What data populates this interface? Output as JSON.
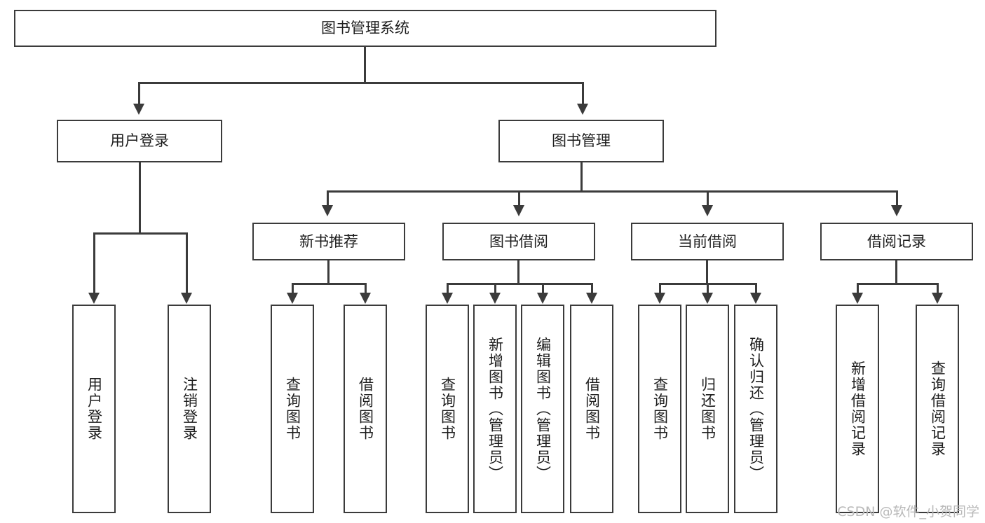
{
  "diagram": {
    "title": "图书管理系统",
    "type": "功能结构图",
    "watermark": "CSDN @软件_小贺同学",
    "accent_color": "#3b3b3b",
    "background_color": "#ffffff",
    "root": {
      "label": "图书管理系统"
    },
    "level2": [
      {
        "id": "user-login",
        "label": "用户登录"
      },
      {
        "id": "book-manage",
        "label": "图书管理"
      }
    ],
    "level3": [
      {
        "id": "new-book-recommend",
        "label": "新书推荐"
      },
      {
        "id": "book-borrow",
        "label": "图书借阅"
      },
      {
        "id": "current-borrow",
        "label": "当前借阅"
      },
      {
        "id": "borrow-record",
        "label": "借阅记录"
      }
    ],
    "leaves": {
      "user_login": [
        {
          "id": "leaf-user-login",
          "label": "用户登录"
        },
        {
          "id": "leaf-logout-login",
          "label": "注销登录"
        }
      ],
      "new_book_recommend": [
        {
          "id": "leaf-query-book-1",
          "label": "查询图书"
        },
        {
          "id": "leaf-borrow-book-1",
          "label": "借阅图书"
        }
      ],
      "book_borrow": [
        {
          "id": "leaf-query-book-2",
          "label": "查询图书"
        },
        {
          "id": "leaf-add-book",
          "label": "新增图书（管理员）"
        },
        {
          "id": "leaf-edit-book",
          "label": "编辑图书（管理员）"
        },
        {
          "id": "leaf-borrow-book-2",
          "label": "借阅图书"
        }
      ],
      "current_borrow": [
        {
          "id": "leaf-query-book-3",
          "label": "查询图书"
        },
        {
          "id": "leaf-return-book",
          "label": "归还图书"
        },
        {
          "id": "leaf-confirm-return",
          "label": "确认归还（管理员）"
        }
      ],
      "borrow_record": [
        {
          "id": "leaf-add-record",
          "label": "新增借阅记录"
        },
        {
          "id": "leaf-query-record",
          "label": "查询借阅记录"
        }
      ]
    }
  }
}
